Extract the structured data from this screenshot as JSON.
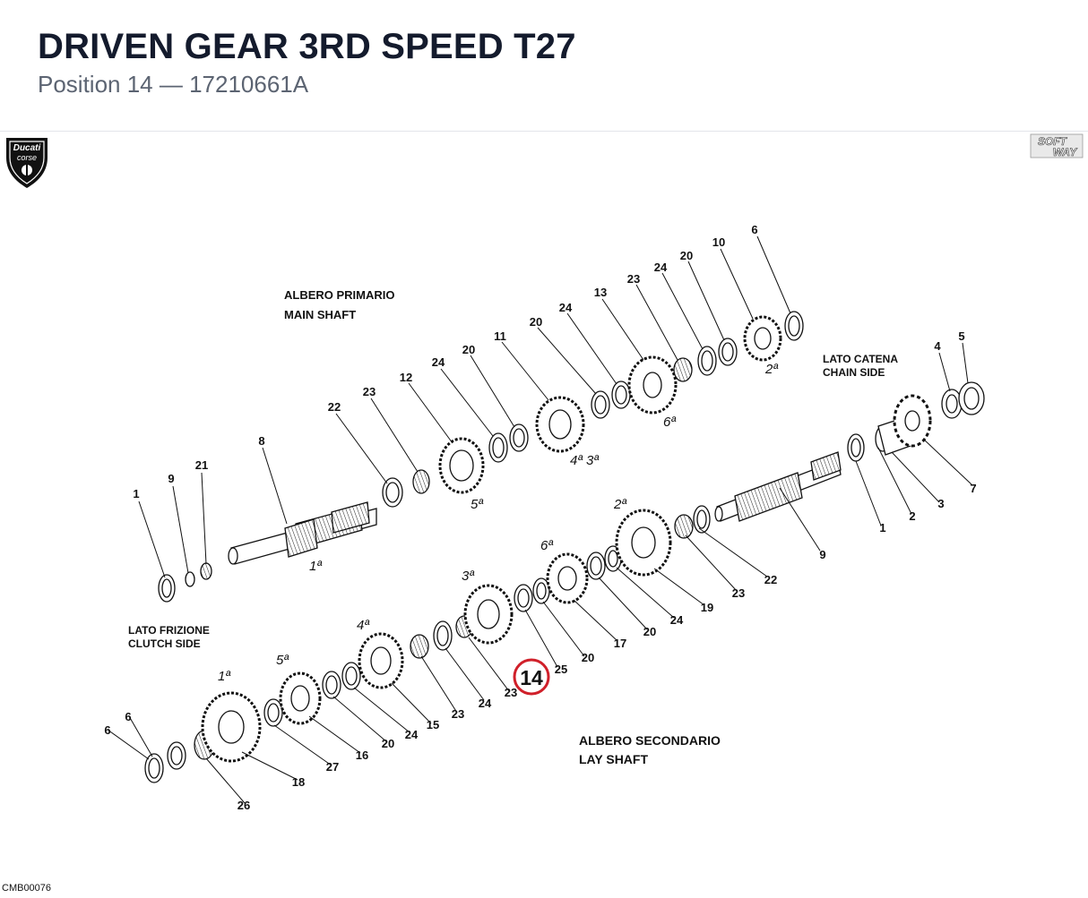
{
  "header": {
    "title": "DRIVEN GEAR 3RD SPEED T27",
    "subtitle": "Position 14 — 17210661A"
  },
  "logos": {
    "left_brand": "Ducati",
    "left_sub": "corse",
    "right_line1": "SOFT",
    "right_line2": "WAY"
  },
  "footer": {
    "code": "CMB00076"
  },
  "captions": {
    "main_it": "ALBERO PRIMARIO",
    "main_en": "MAIN SHAFT",
    "chain_it": "LATO CATENA",
    "chain_en": "CHAIN SIDE",
    "clutch_it": "LATO FRIZIONE",
    "clutch_en": "CLUTCH SIDE",
    "lay_it": "ALBERO SECONDARIO",
    "lay_en": "LAY SHAFT"
  },
  "highlight": {
    "label": "14",
    "color": "#d0202a"
  },
  "callouts": [
    {
      "label": "1"
    },
    {
      "label": "9"
    },
    {
      "label": "21"
    },
    {
      "label": "8"
    },
    {
      "label": "22"
    },
    {
      "label": "23"
    },
    {
      "label": "12"
    },
    {
      "label": "24"
    },
    {
      "label": "20"
    },
    {
      "label": "11"
    },
    {
      "label": "20"
    },
    {
      "label": "24"
    },
    {
      "label": "13"
    },
    {
      "label": "23"
    },
    {
      "label": "24"
    },
    {
      "label": "20"
    },
    {
      "label": "10"
    },
    {
      "label": "6"
    },
    {
      "label": "4"
    },
    {
      "label": "5"
    },
    {
      "label": "7"
    },
    {
      "label": "3"
    },
    {
      "label": "2"
    },
    {
      "label": "1"
    },
    {
      "label": "9"
    },
    {
      "label": "22"
    },
    {
      "label": "23"
    },
    {
      "label": "19"
    },
    {
      "label": "24"
    },
    {
      "label": "20"
    },
    {
      "label": "17"
    },
    {
      "label": "20"
    },
    {
      "label": "25"
    },
    {
      "label": "23"
    },
    {
      "label": "24"
    },
    {
      "label": "23"
    },
    {
      "label": "15"
    },
    {
      "label": "24"
    },
    {
      "label": "20"
    },
    {
      "label": "16"
    },
    {
      "label": "27"
    },
    {
      "label": "18"
    },
    {
      "label": "26"
    },
    {
      "label": "6"
    },
    {
      "label": "6"
    }
  ],
  "gear_marks": [
    {
      "label": "1ª"
    },
    {
      "label": "5ª"
    },
    {
      "label": "4ª 3ª"
    },
    {
      "label": "6ª"
    },
    {
      "label": "2ª"
    },
    {
      "label": "2ª"
    },
    {
      "label": "6ª"
    },
    {
      "label": "3ª"
    },
    {
      "label": "4ª"
    },
    {
      "label": "5ª"
    },
    {
      "label": "1ª"
    }
  ]
}
